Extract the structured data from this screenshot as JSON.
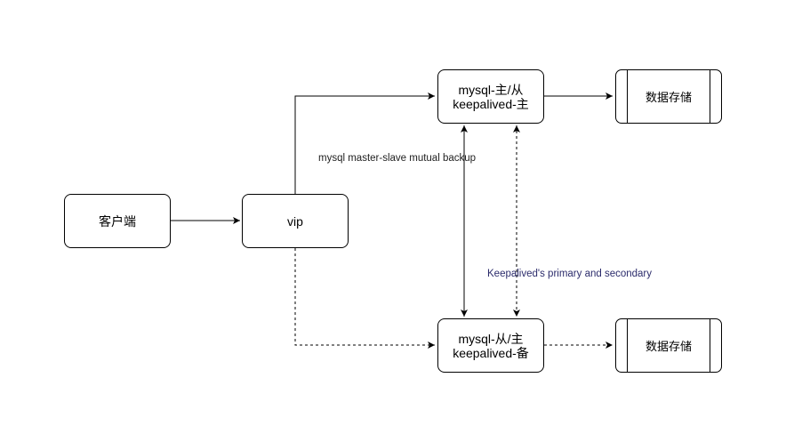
{
  "nodes": {
    "client": "客户端",
    "vip": "vip",
    "master": {
      "line1": "mysql-主/从",
      "line2": "keepalived-主"
    },
    "slave": {
      "line1": "mysql-从/主",
      "line2": "keepalived-备"
    },
    "storage_top": "数据存储",
    "storage_bottom": "数据存储"
  },
  "labels": {
    "mysql_backup": "mysql master-slave mutual backup",
    "keepalived": "Keepalived's primary and secondary"
  },
  "colors": {
    "line": "#000000",
    "label_mysql": "#222222",
    "label_keepalived": "#2b2b6b"
  }
}
